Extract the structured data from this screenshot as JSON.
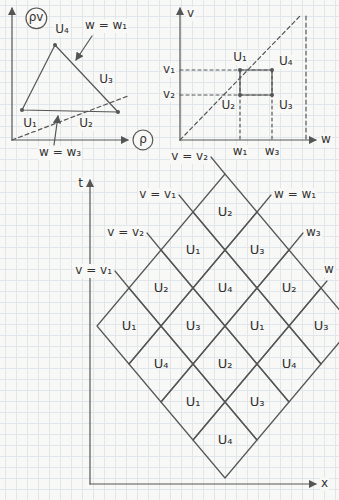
{
  "diagram": {
    "nodes": [
      {
        "text": [
          "ρv"
        ]
      },
      {
        "text": [
          "ρ"
        ]
      },
      {
        "text": [
          "U₂"
        ]
      },
      {
        "text": [
          "U₁"
        ]
      },
      {
        "text": [
          "U₃"
        ]
      },
      {
        "text": [
          "U₂"
        ]
      },
      {
        "text": [
          "U₄"
        ]
      },
      {
        "text": [
          "U₂"
        ]
      },
      {
        "text": [
          "U₁"
        ]
      },
      {
        "text": [
          "U₃"
        ]
      },
      {
        "text": [
          "U₁"
        ]
      },
      {
        "text": [
          "U₃"
        ]
      },
      {
        "text": [
          "U₄"
        ]
      },
      {
        "text": [
          "U₂"
        ]
      },
      {
        "text": [
          "U₄"
        ]
      },
      {
        "text": [
          "U₁"
        ]
      },
      {
        "text": [
          "U₃"
        ]
      },
      {
        "text": [
          "U₄"
        ]
      }
    ],
    "labels": [
      "U₁",
      "U₄",
      "w = w₁",
      "U₃",
      "w = w₃",
      "U₂",
      "v",
      "v₁",
      "v₂",
      "U₁",
      "U₄",
      "U₂",
      "U₃",
      "w₁",
      "w₃",
      "w",
      "v = v₂",
      "t",
      "w = w₁",
      "v = v₁",
      "w₃",
      "v = v₂",
      "w",
      "v = v₁",
      "x"
    ]
  }
}
